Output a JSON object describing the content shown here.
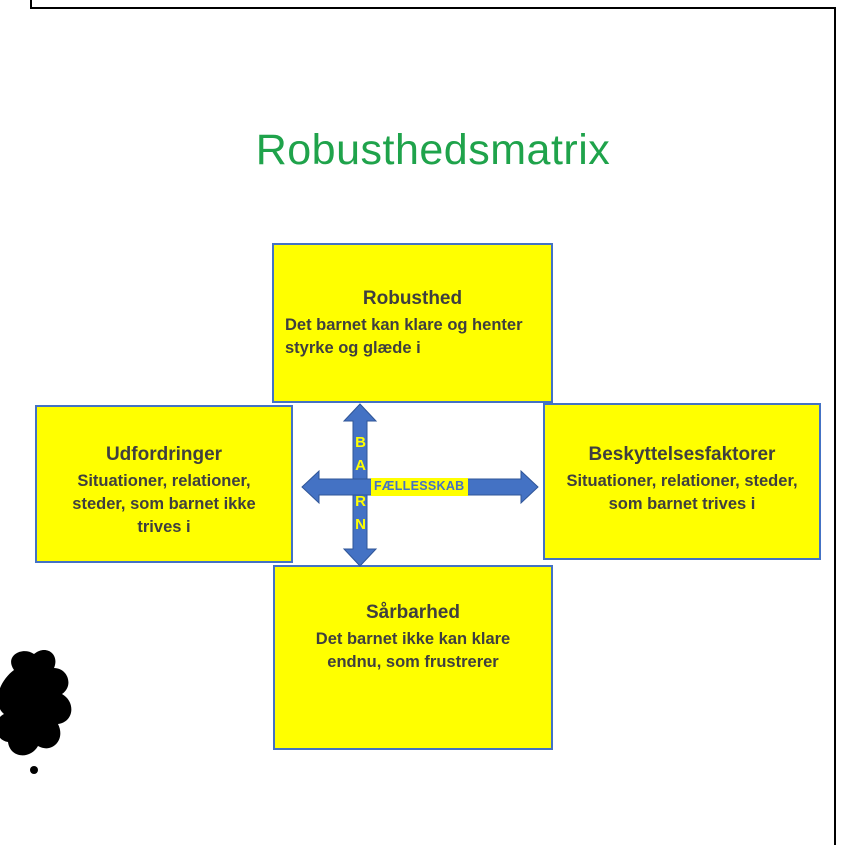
{
  "slide": {
    "title": "Robusthedsmatrix"
  },
  "boxes": {
    "top": {
      "heading": "Robusthed",
      "body_lines": [
        "Det barnet kan klare og henter",
        "styrke og glæde i"
      ]
    },
    "left": {
      "heading": "Udfordringer",
      "body_lines": [
        "Situationer, relationer,",
        "steder, som barnet ikke",
        "trives i"
      ]
    },
    "right": {
      "heading": "Beskyttelsesfaktorer",
      "body_lines": [
        "Situationer, relationer, steder,",
        "som barnet trives i"
      ]
    },
    "bottom": {
      "heading": "Sårbarhed",
      "body_lines": [
        "Det barnet ikke kan klare",
        "endnu, som frustrerer"
      ]
    }
  },
  "center": {
    "vertical_letters": [
      "B",
      "A",
      "R",
      "N"
    ],
    "horizontal_label": "FÆLLESSKAB"
  },
  "colors": {
    "title_green": "#1fa34b",
    "box_yellow": "#ffff00",
    "border_blue": "#4472c4",
    "arrow_blue": "#4472c4",
    "text_dark": "#3f3f3f"
  }
}
